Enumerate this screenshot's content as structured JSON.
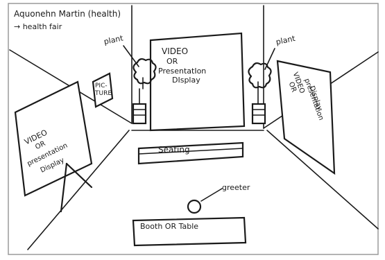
{
  "sketch": {
    "header_line1": "Aquonehn Martin (health)",
    "header_line2": "→ health fair",
    "center_screen": [
      "VIDEO",
      "OR",
      "PresentatIon",
      "DIsplay"
    ],
    "left_screen": [
      "VIDEO",
      "OR",
      "presentation",
      "Display"
    ],
    "right_screen": [
      "VIDEO",
      "OR",
      "presentation",
      "Display"
    ],
    "picture_label": [
      "PIC-",
      "TURE"
    ],
    "plant_left_label": "plant",
    "plant_right_label": "plant",
    "seating_label": "Seating",
    "greeter_label": "greeter",
    "booth_label": "Booth OR Table"
  }
}
